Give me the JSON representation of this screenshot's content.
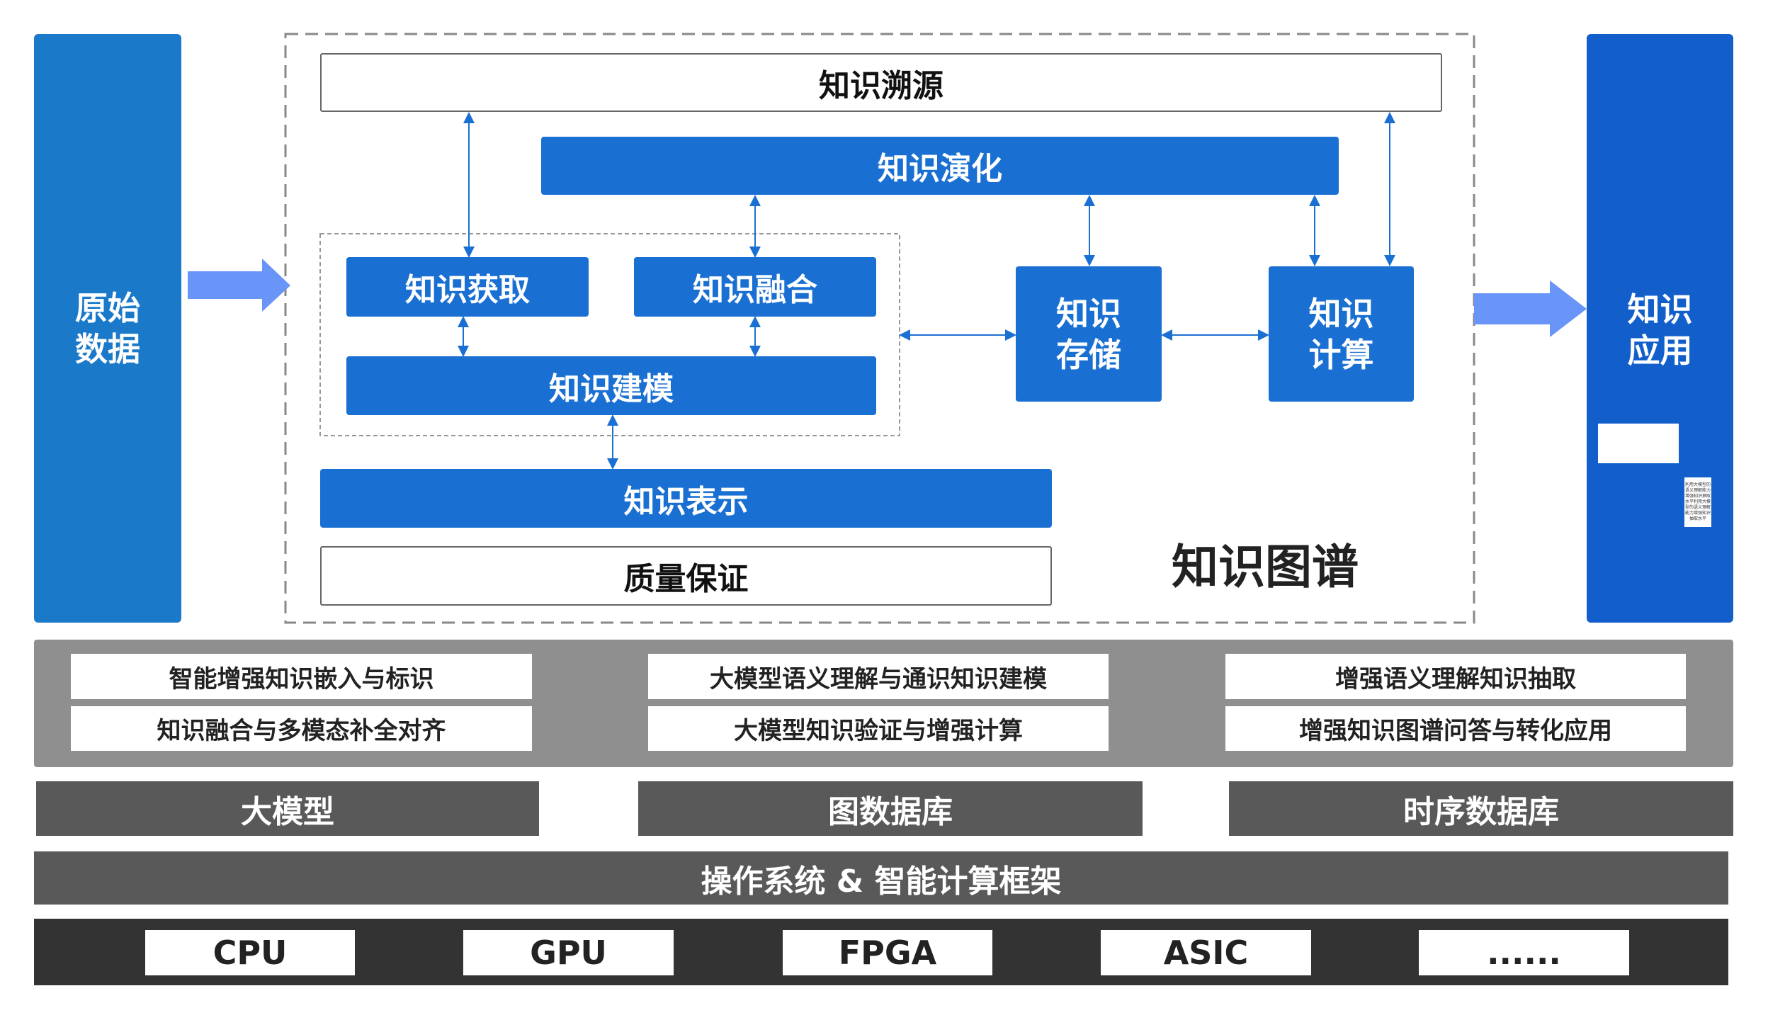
{
  "left_panel": {
    "label": "原始\n数据"
  },
  "right_panel": {
    "label": "知识\n应用",
    "doc_text": "利用大模型的语义理解能力增强知识抽取水平利用大模型的语义理解能力增强知识抽取水平"
  },
  "kg": {
    "title": "知识图谱",
    "trace": "知识溯源",
    "evolve": "知识演化",
    "acquire": "知识获取",
    "fuse": "知识融合",
    "model": "知识建模",
    "store": "知识\n存储",
    "compute": "知识\n计算",
    "represent": "知识表示",
    "quality": "质量保证"
  },
  "capabilities": [
    "智能增强知识嵌入与标识",
    "大模型语义理解与通识知识建模",
    "增强语义理解知识抽取",
    "知识融合与多模态补全对齐",
    "大模型知识验证与增强计算",
    "增强知识图谱问答与转化应用"
  ],
  "platforms": [
    "大模型",
    "图数据库",
    "时序数据库"
  ],
  "os": "操作系统 & 智能计算框架",
  "hardware": [
    "CPU",
    "GPU",
    "FPGA",
    "ASIC",
    "......"
  ],
  "colors": {
    "primary": "#1a70d2",
    "arrow": "#6a95f8"
  }
}
